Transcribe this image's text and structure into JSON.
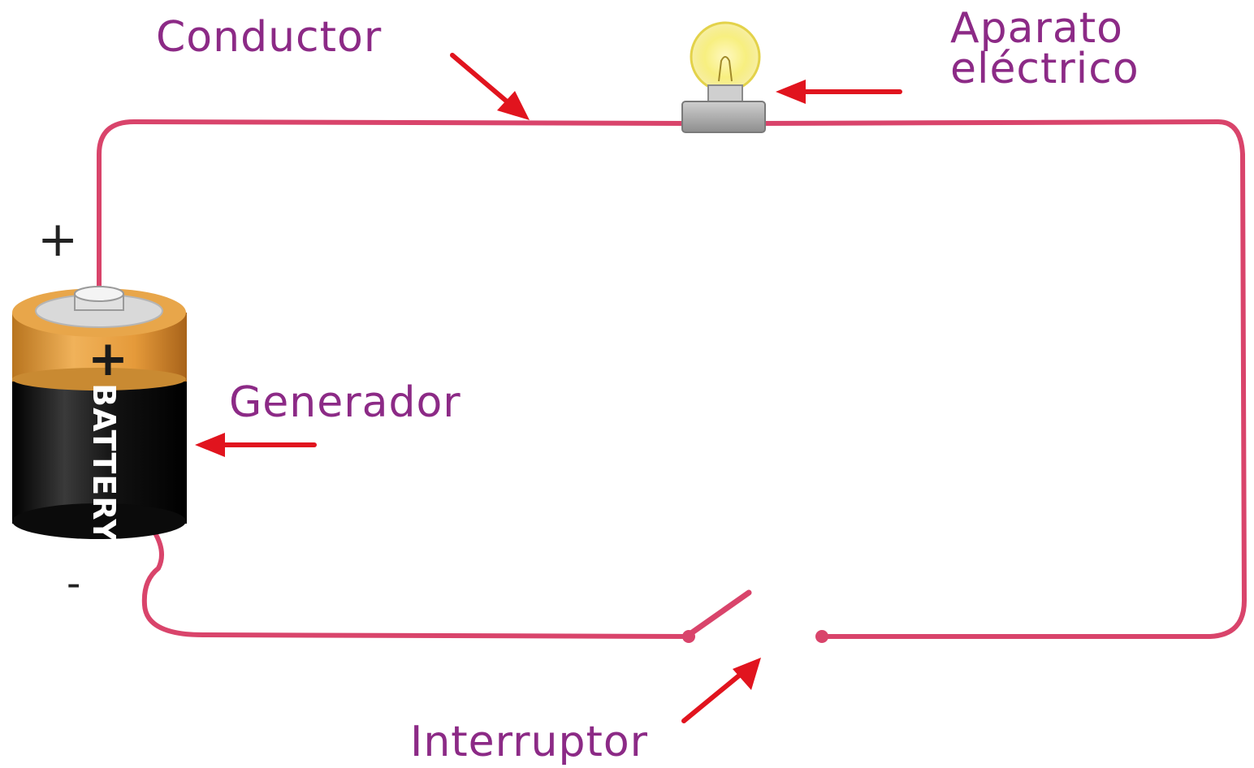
{
  "labels": {
    "conductor": "Conductor",
    "aparato": "Aparato\neléctrico",
    "generador": "Generador",
    "interruptor": "Interruptor"
  },
  "terminals": {
    "plus": "+",
    "minus": "-"
  },
  "battery": {
    "plus_mark": "+",
    "text": "BATTERY"
  },
  "colors": {
    "wire": "#d9446b",
    "arrow": "#e1141e",
    "label": "#8c2a86",
    "battery_top": "#e19a3c",
    "battery_body": "#111111"
  }
}
